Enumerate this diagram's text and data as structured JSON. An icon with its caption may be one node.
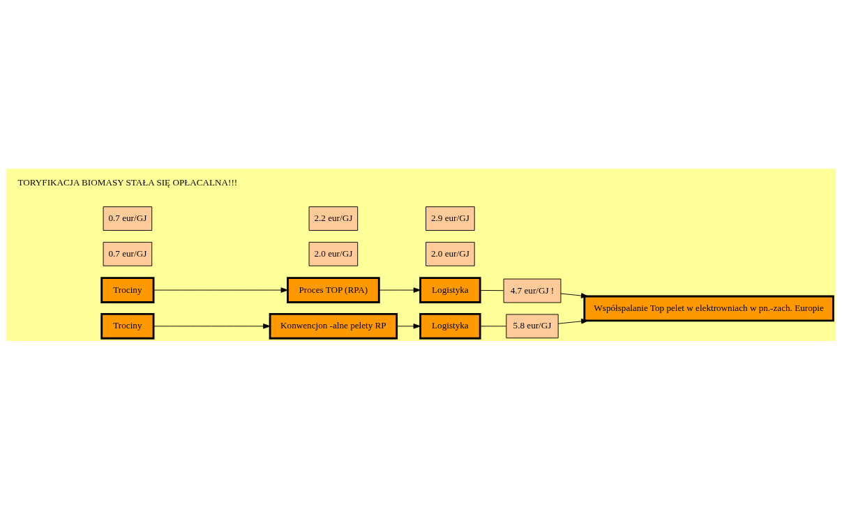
{
  "diagram": {
    "nodes": [
      {
        "text": [
          "Trociny"
        ]
      },
      {
        "text": [
          "0.7 eur/GJ"
        ]
      },
      {
        "text": [
          "Proces TOP (RPA)"
        ]
      },
      {
        "text": [
          "2.0 eur/GJ"
        ]
      },
      {
        "text": [
          "Logistyka"
        ]
      },
      {
        "text": [
          "2.0 eur/GJ"
        ]
      },
      {
        "text": [
          "4.7 eur/GJ !"
        ]
      },
      {
        "text": [
          "Współspalanie Top pelet w elektrowniach w pn.-zach. Europie"
        ]
      },
      {
        "text": [
          "0.7 eur/GJ"
        ]
      },
      {
        "text": [
          "Trociny"
        ]
      },
      {
        "text": [
          "2.2 eur/GJ"
        ]
      },
      {
        "text": [
          "Konwencjon -alne pelety RP"
        ]
      },
      {
        "text": [
          "2.9 eur/GJ"
        ]
      },
      {
        "text": [
          "Logistyka"
        ]
      },
      {
        "text": [
          "5.8 eur/GJ"
        ]
      }
    ],
    "edges": [
      {
        "from": 0,
        "to": 2,
        "arrow": "to"
      },
      {
        "from": 2,
        "to": 4,
        "arrow": "to"
      },
      {
        "from": 4,
        "to": 6,
        "arrow": "none"
      },
      {
        "from": 6,
        "to": 7,
        "arrow": "to"
      },
      {
        "from": 9,
        "to": 11,
        "arrow": "to"
      },
      {
        "from": 11,
        "to": 13,
        "arrow": "to"
      },
      {
        "from": 13,
        "to": 14,
        "arrow": "none"
      },
      {
        "from": 14,
        "to": 7,
        "arrow": "to"
      }
    ],
    "labels": [
      "TORYFIKACJA BIOMASY STAŁA SIĘ OPŁACALNA!!!"
    ]
  }
}
